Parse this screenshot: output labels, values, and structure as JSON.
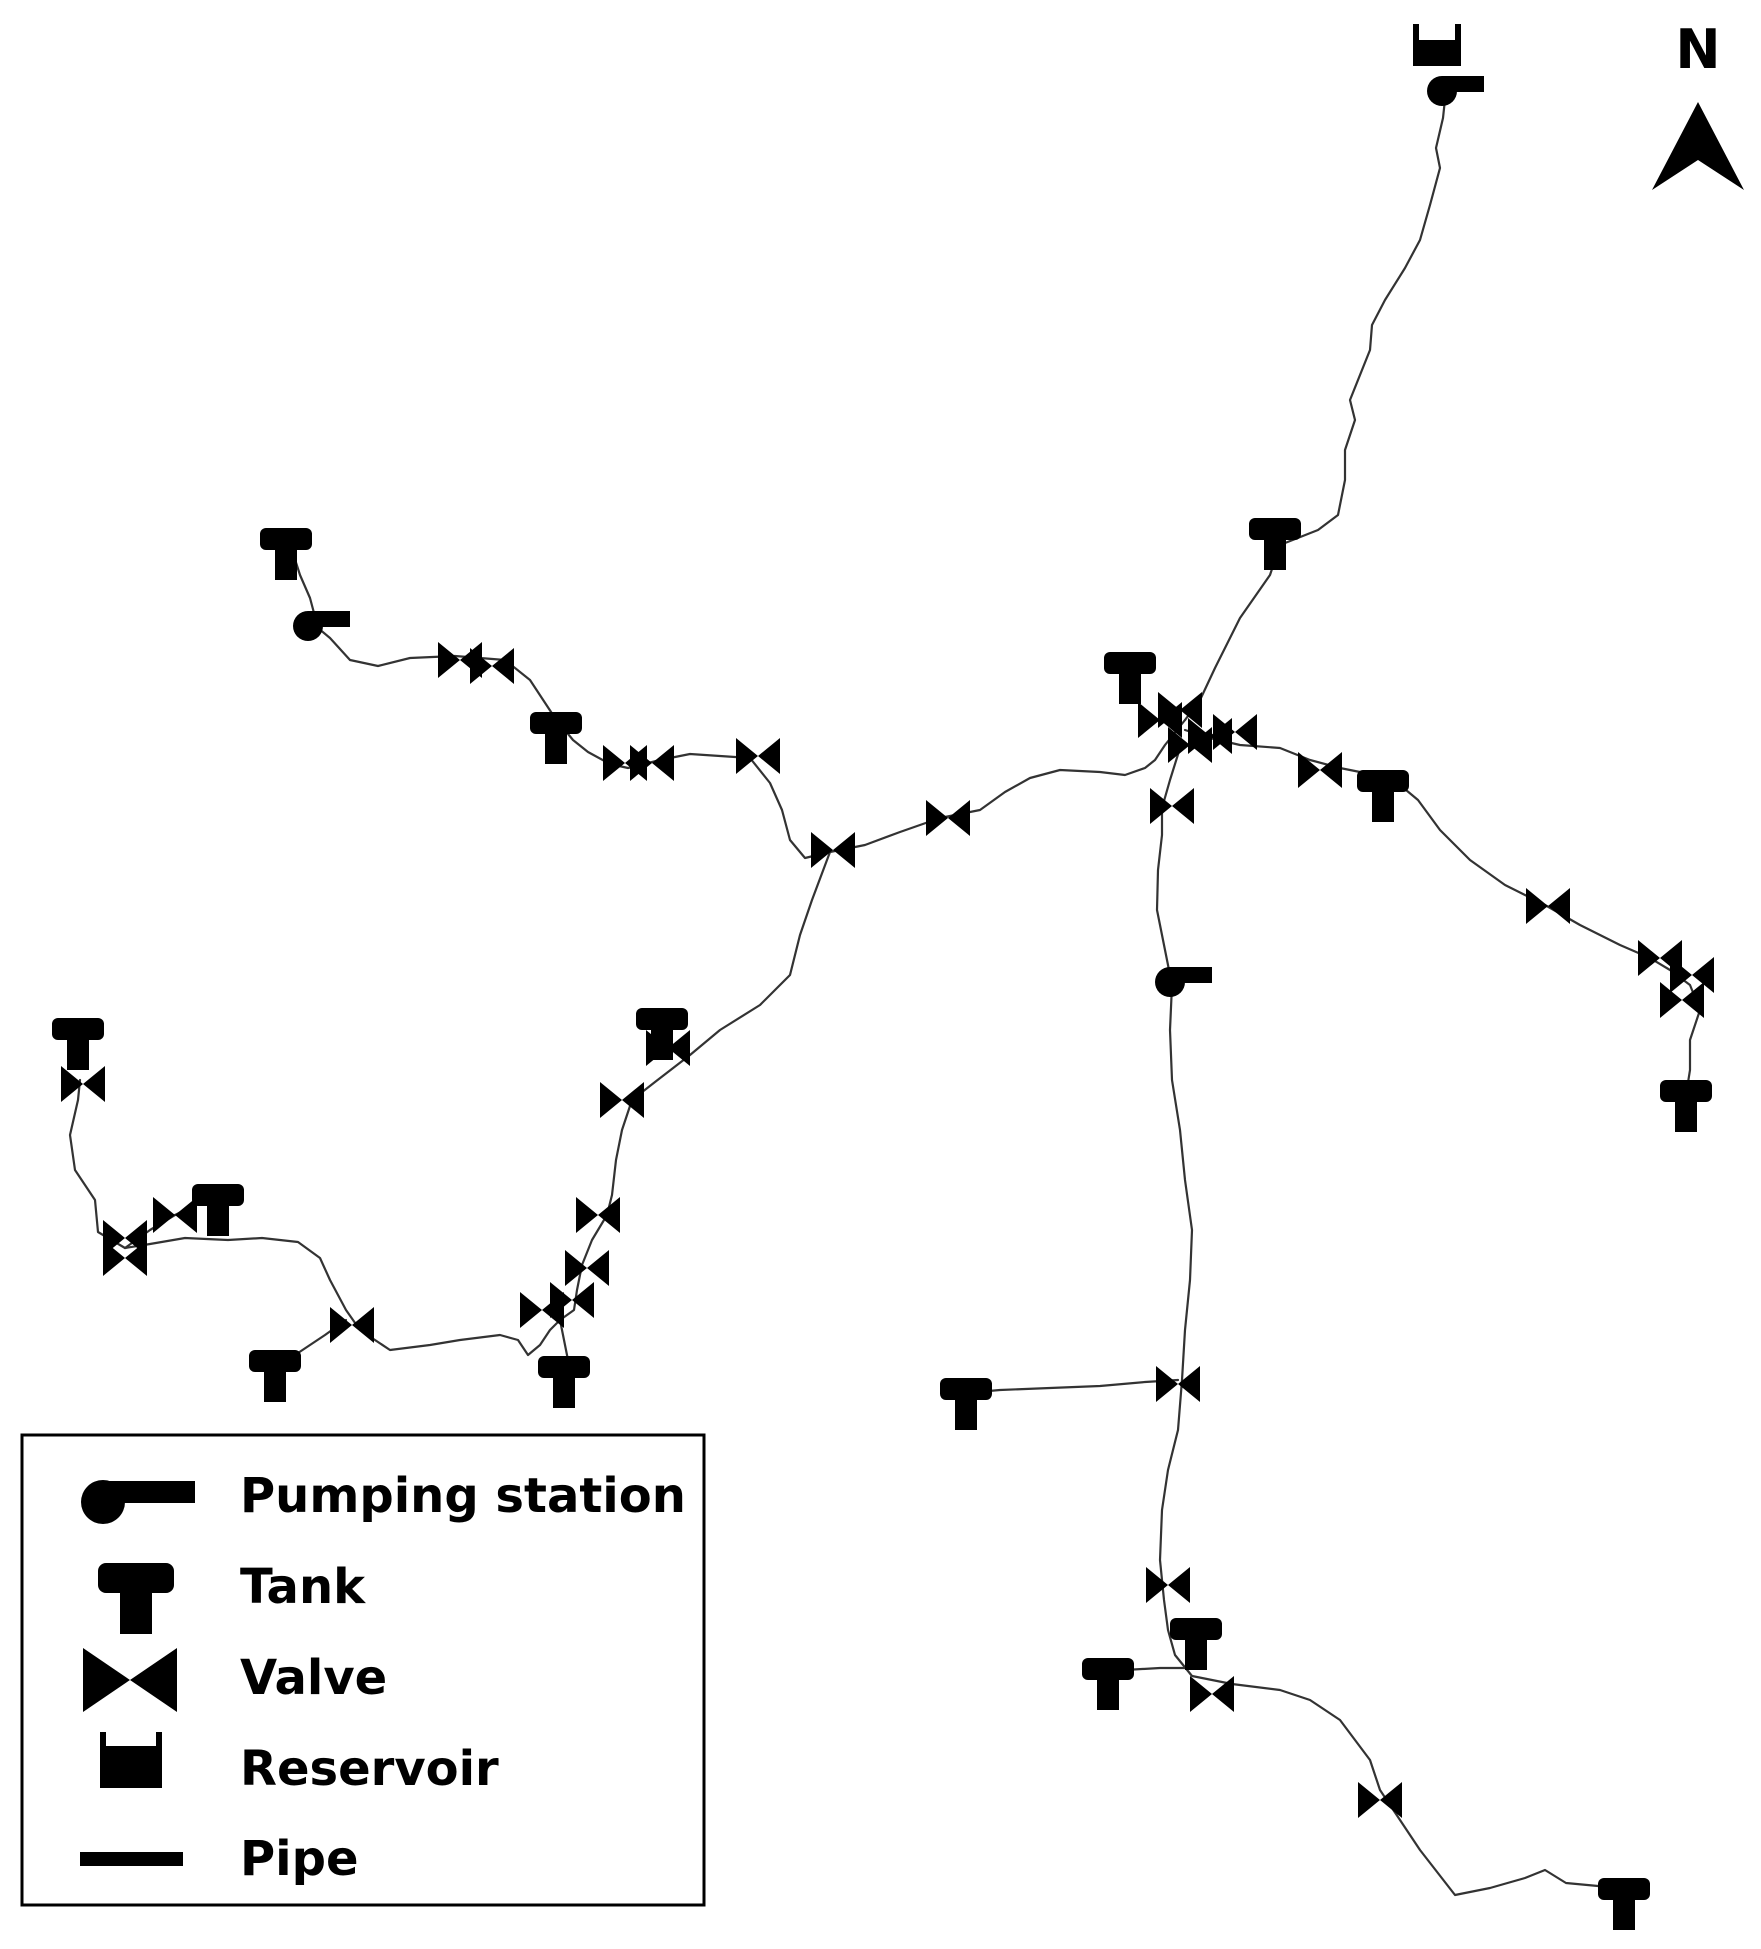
{
  "diagram": {
    "north_label": "N",
    "legend": {
      "items": [
        {
          "symbol": "pumping-station",
          "label": "Pumping station"
        },
        {
          "symbol": "tank",
          "label": "Tank"
        },
        {
          "symbol": "valve",
          "label": "Valve"
        },
        {
          "symbol": "reservoir",
          "label": "Reservoir"
        },
        {
          "symbol": "pipe",
          "label": "Pipe"
        }
      ]
    },
    "colors": {
      "symbol": "#000000",
      "pipe": "#333333",
      "background": "#ffffff"
    }
  }
}
